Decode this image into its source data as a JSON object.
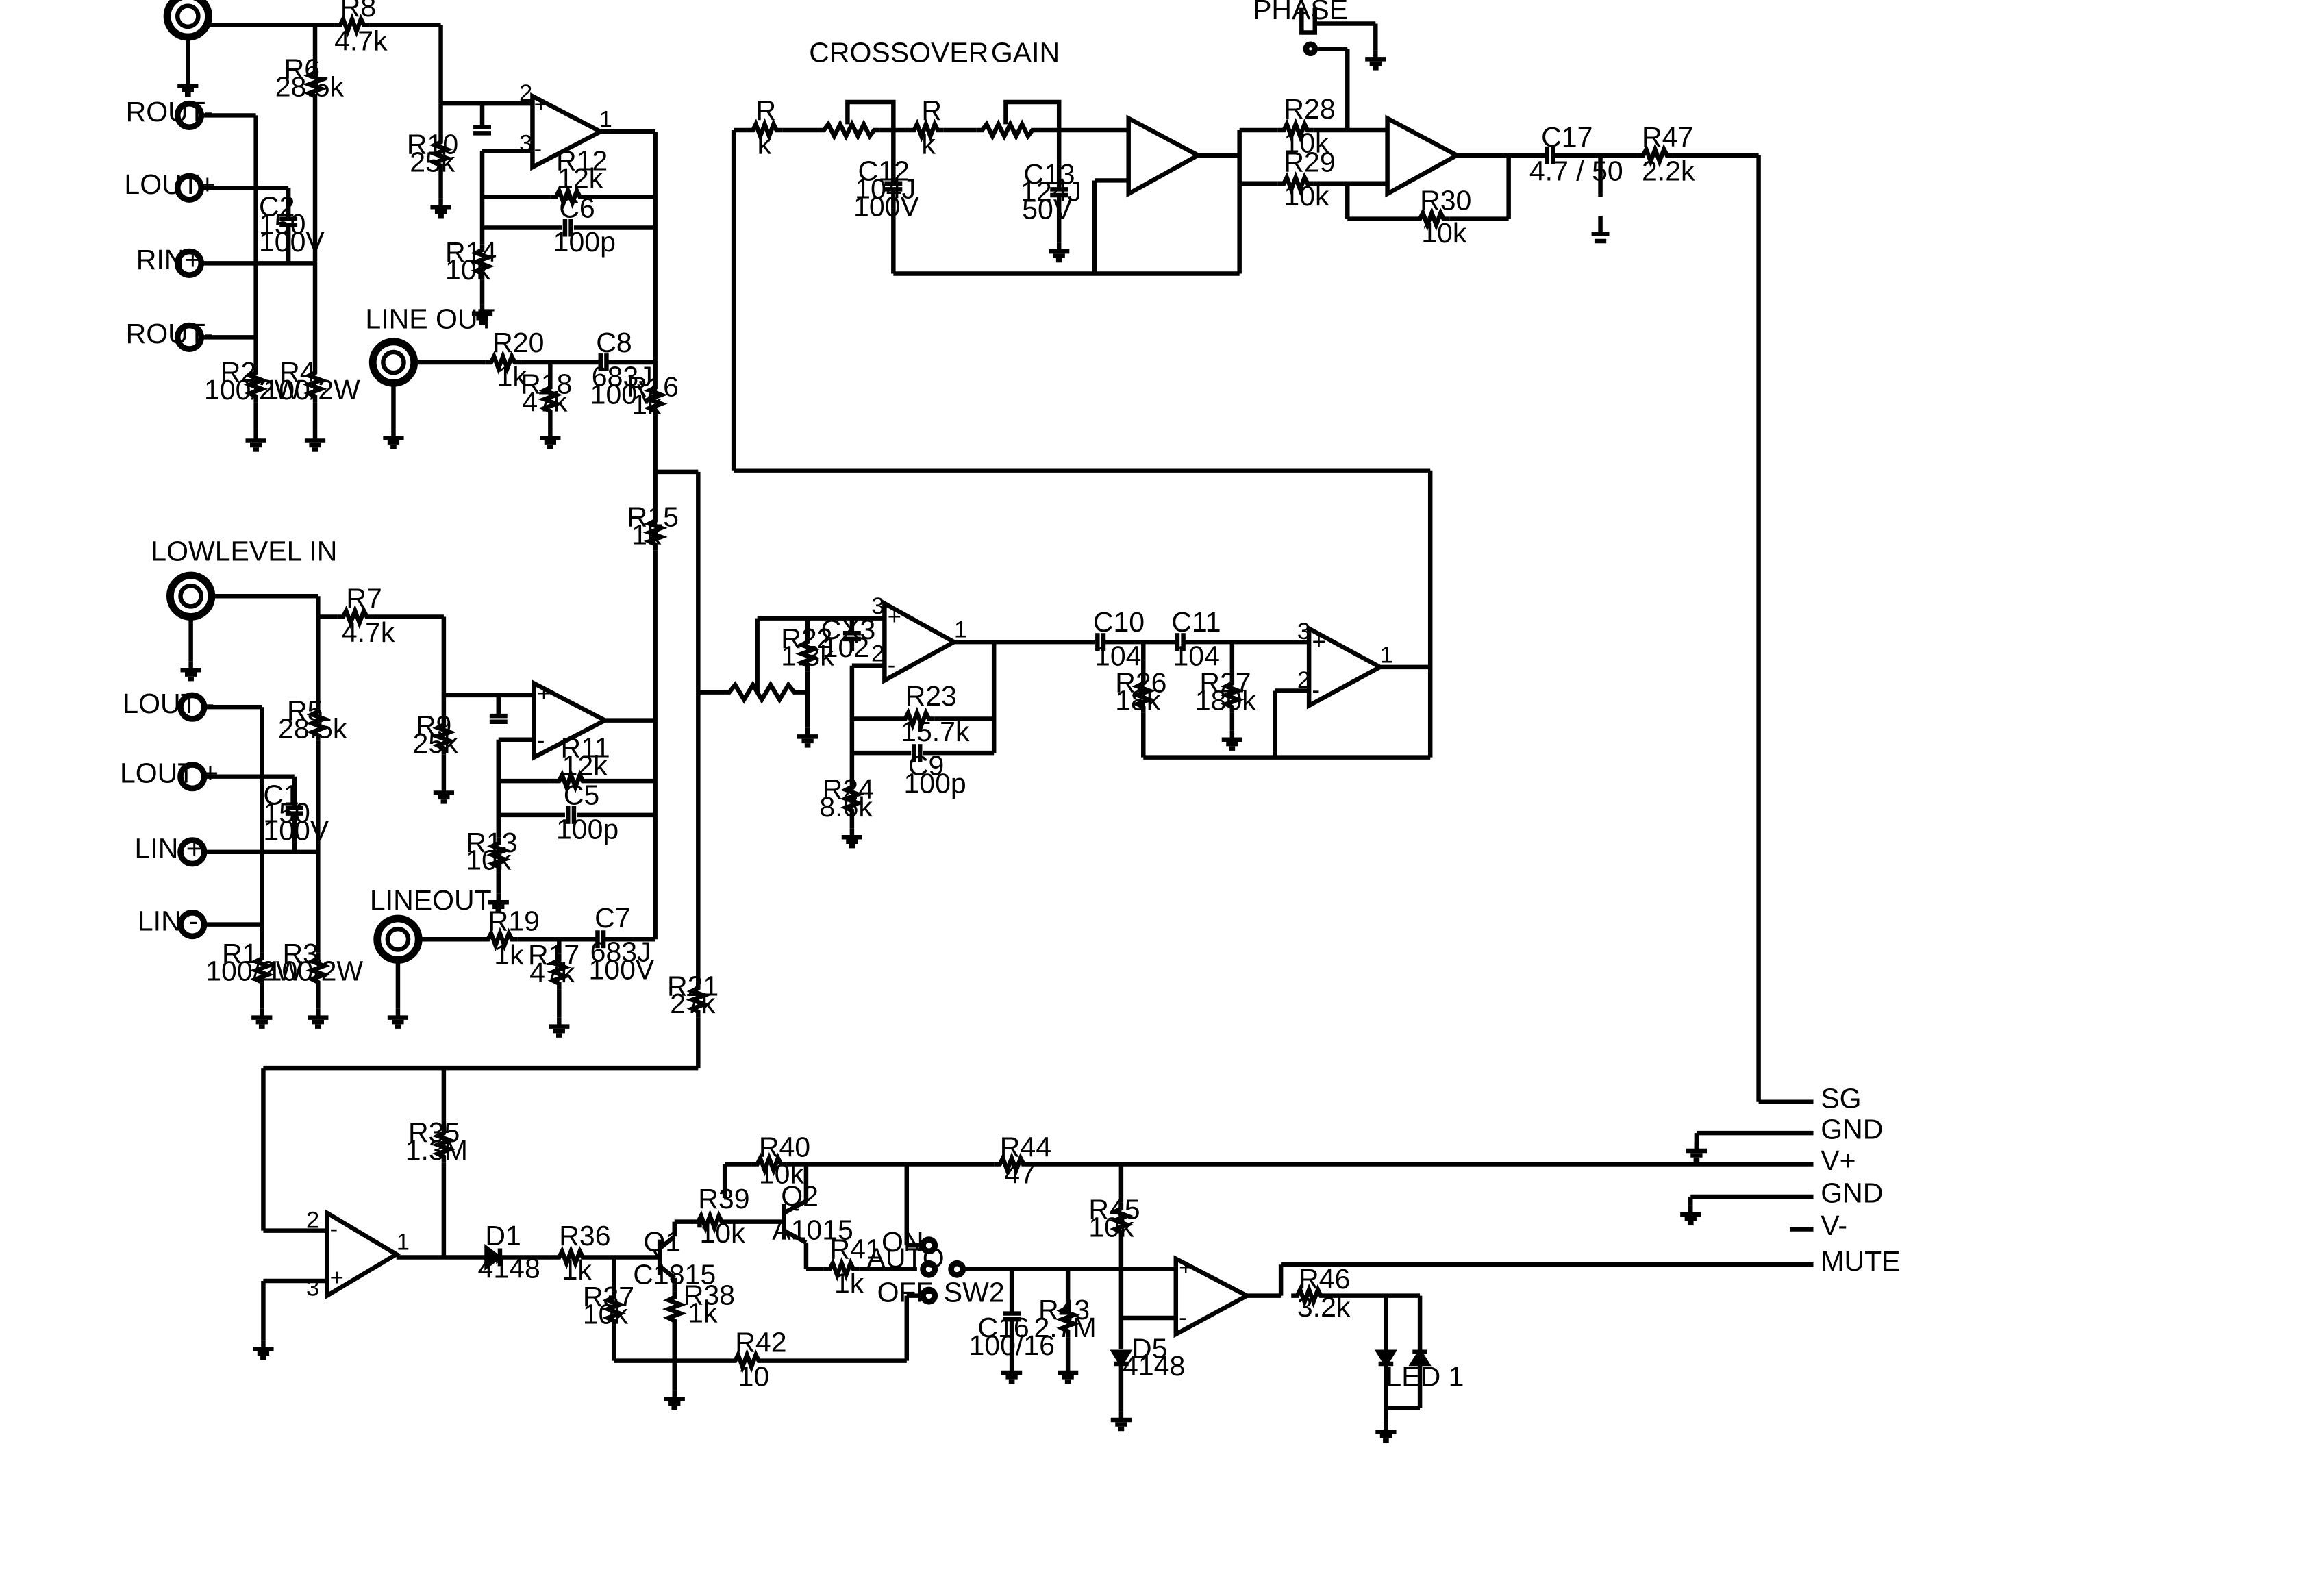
{
  "labels": {
    "rout_minus_1": "ROUT-",
    "lout_plus_1": "LOUT+",
    "rin_plus": "RIN+",
    "rout_minus_2": "ROUT-",
    "lowlevel_in": "LOWLEVEL IN",
    "lout_minus": "LOUT -",
    "lout_plus_2": "LOUT +",
    "lin_plus": "LIN +",
    "lin_minus": "LIN -",
    "line_out": "LINE OUT",
    "lineout": "LINEOUT",
    "crossover": "CROSSOVER",
    "gain": "GAIN",
    "phase": "PHASE",
    "on": "ON",
    "auto": "AUTO",
    "off": "OFF",
    "sw2": "SW2",
    "sg": "SG",
    "gnd1": "GND",
    "vplus": "V+",
    "gnd2": "GND",
    "vminus": "V-",
    "mute": "MUTE"
  },
  "components": {
    "r8": {
      "ref": "R8",
      "val": "4.7k"
    },
    "r6": {
      "ref": "R6",
      "val": "28.5k"
    },
    "r10": {
      "ref": "R10",
      "val": "25k"
    },
    "r12": {
      "ref": "R12",
      "val": "12k"
    },
    "c6": {
      "ref": "C6",
      "val": "100p"
    },
    "r14": {
      "ref": "R14",
      "val": "10k"
    },
    "c2": {
      "ref": "C2",
      "val": "150",
      "val2": "100V"
    },
    "r2": {
      "ref": "R2",
      "val": "100/2W"
    },
    "r4": {
      "ref": "R4",
      "val": "100/2W"
    },
    "r20": {
      "ref": "R20",
      "val": "1k"
    },
    "r18": {
      "ref": "R18",
      "val": "47k"
    },
    "c8": {
      "ref": "C8",
      "val": "683J",
      "val2": "100V"
    },
    "r16": {
      "ref": "R16",
      "val": "1k"
    },
    "r15": {
      "ref": "R15",
      "val": "1k"
    },
    "r7": {
      "ref": "R7",
      "val": "4.7k"
    },
    "r5": {
      "ref": "R5",
      "val": "28.5k"
    },
    "r9": {
      "ref": "R9",
      "val": "25k"
    },
    "r11": {
      "ref": "R11",
      "val": "12k"
    },
    "c5": {
      "ref": "C5",
      "val": "100p"
    },
    "r13": {
      "ref": "R13",
      "val": "10k"
    },
    "c1": {
      "ref": "C1",
      "val": "150",
      "val2": "100V"
    },
    "r1": {
      "ref": "R1",
      "val": "100/2W"
    },
    "r3": {
      "ref": "R3",
      "val": "100/2W"
    },
    "r19": {
      "ref": "R19",
      "val": "1k"
    },
    "r17": {
      "ref": "R17",
      "val": "47k"
    },
    "c7": {
      "ref": "C7",
      "val": "683J",
      "val2": "100V"
    },
    "r21": {
      "ref": "R21",
      "val": "27k"
    },
    "r_a": {
      "ref": "R",
      "val": "k"
    },
    "r_b": {
      "ref": "R",
      "val": "k"
    },
    "c12": {
      "ref": "C12",
      "val": "104J",
      "val2": "100V"
    },
    "c13": {
      "ref": "C13",
      "val": "124J",
      "val2": "50V"
    },
    "r28": {
      "ref": "R28",
      "val": "10k"
    },
    "r29": {
      "ref": "R29",
      "val": "10k"
    },
    "r30": {
      "ref": "R30",
      "val": "10k"
    },
    "c17": {
      "ref": "C17",
      "val": "4.7 / 50"
    },
    "r47": {
      "ref": "R47",
      "val": "2.2k"
    },
    "r22": {
      "ref": "R22",
      "val": "1.3k"
    },
    "cx3": {
      "ref": "CX3",
      "val": "102"
    },
    "r23": {
      "ref": "R23",
      "val": "15.7k"
    },
    "c9": {
      "ref": "C9",
      "val": "100p"
    },
    "r24": {
      "ref": "R24",
      "val": "8.6k"
    },
    "c10": {
      "ref": "C10",
      "val": "104"
    },
    "c11": {
      "ref": "C11",
      "val": "104"
    },
    "r26": {
      "ref": "R26",
      "val": "18k"
    },
    "r27": {
      "ref": "R27",
      "val": "180k"
    },
    "r35": {
      "ref": "R35",
      "val": "1.3M"
    },
    "d1": {
      "ref": "D1",
      "val": "4148"
    },
    "r36": {
      "ref": "R36",
      "val": "1k"
    },
    "q1": {
      "ref": "Q1",
      "val": "C1815"
    },
    "r37": {
      "ref": "R37",
      "val": "10k"
    },
    "r38": {
      "ref": "R38",
      "val": "1k"
    },
    "r39": {
      "ref": "R39",
      "val": "10k"
    },
    "q2": {
      "ref": "Q2",
      "val": "A1015"
    },
    "r40": {
      "ref": "R40",
      "val": "10k"
    },
    "r41": {
      "ref": "R41",
      "val": "1k"
    },
    "r42": {
      "ref": "R42",
      "val": "10"
    },
    "r44": {
      "ref": "R44",
      "val": "47"
    },
    "r45": {
      "ref": "R45",
      "val": "10k"
    },
    "c16": {
      "ref": "C16",
      "val": "100/16"
    },
    "r43": {
      "ref": "R43",
      "val": "2.7M"
    },
    "d5": {
      "ref": "D5",
      "val": "4148"
    },
    "r46": {
      "ref": "R46",
      "val": "3.2k"
    },
    "led1": {
      "ref": "LED 1"
    }
  },
  "pins": {
    "u1_in_plus": "2",
    "u1_in_minus": "3",
    "u1_out": "1",
    "u3_in_plus": "3",
    "u3_in_minus": "2",
    "u3_out": "1",
    "u4_in_plus": "3",
    "u4_in_minus": "2",
    "u4_out": "1",
    "u5_in_minus": "2",
    "u5_in_plus": "3",
    "u5_out": "1",
    "plus": "+",
    "minus": "-"
  }
}
